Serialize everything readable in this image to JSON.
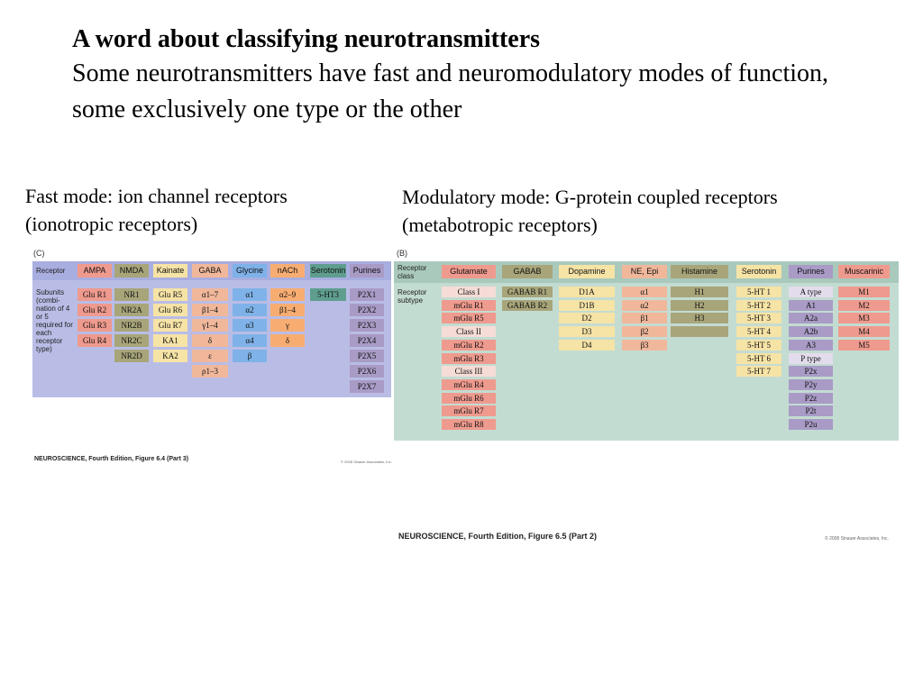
{
  "title": "A word about classifying neurotransmitters",
  "subtitle": "Some neurotransmitters have fast and neuromodulatory modes of function, some exclusively one type or the other",
  "left": {
    "caption_line1": "Fast mode: ion channel receptors",
    "caption_line2": "(ionotropic receptors)",
    "figure_letter": "(C)",
    "row_label_receptor": "Receptor",
    "row_label_subunits": "Subunits (combi-nation of 4 or 5 required for each receptor type)",
    "columns": [
      {
        "name": "AMPA",
        "color": "#ef9a8e",
        "items": [
          "Glu R1",
          "Glu R2",
          "Glu R3",
          "Glu R4"
        ]
      },
      {
        "name": "NMDA",
        "color": "#a8a57a",
        "items": [
          "NR1",
          "NR2A",
          "NR2B",
          "NR2C",
          "NR2D"
        ]
      },
      {
        "name": "Kainate",
        "color": "#f6e3a6",
        "items": [
          "Glu R5",
          "Glu R6",
          "Glu R7",
          "KA1",
          "KA2"
        ]
      },
      {
        "name": "GABA",
        "color": "#f0b79b",
        "items": [
          "α1–7",
          "β1–4",
          "γ1–4",
          "δ",
          "ε",
          "ρ1–3"
        ]
      },
      {
        "name": "Glycine",
        "color": "#7fb2e8",
        "items": [
          "α1",
          "α2",
          "α3",
          "α4",
          "β"
        ]
      },
      {
        "name": "nACh",
        "color": "#f7ad72",
        "items": [
          "α2–9",
          "β1–4",
          "γ",
          "δ"
        ]
      },
      {
        "name": "Serotonin",
        "color": "#5f9e8f",
        "items": [
          "5-HT3"
        ]
      },
      {
        "name": "Purines",
        "color": "#a99bc6",
        "items": [
          "P2X1",
          "P2X2",
          "P2X3",
          "P2X4",
          "P2X5",
          "P2X6",
          "P2X7"
        ]
      }
    ],
    "credit": "NEUROSCIENCE, Fourth Edition, Figure 6.4 (Part 3)",
    "copyright": "© 2008 Sinauer Associates, Inc."
  },
  "right": {
    "caption_line1": "Modulatory mode: G-protein coupled receptors",
    "caption_line2": "(metabotropic receptors)",
    "figure_letter": "(B)",
    "row_label_class": "Receptor class",
    "row_label_subtype": "Receptor subtype",
    "columns": [
      {
        "name": "Glutamate",
        "color": "#ef9a8e",
        "items": [
          "Class I",
          "mGlu R1",
          "mGlu R5",
          "Class II",
          "mGlu R2",
          "mGlu R3",
          "Class III",
          "mGlu R4",
          "mGlu R6",
          "mGlu R7",
          "mGlu R8"
        ]
      },
      {
        "name": "GABAB",
        "color": "#a8a57a",
        "items": [
          "GABAB R1",
          "GABAB R2"
        ]
      },
      {
        "name": "Dopamine",
        "color": "#f6e3a6",
        "items": [
          "D1A",
          "D1B",
          "D2",
          "D3",
          "D4"
        ]
      },
      {
        "name": "NE, Epi",
        "color": "#f0b79b",
        "items": [
          "α1",
          "α2",
          "β1",
          "β2",
          "β3"
        ]
      },
      {
        "name": "Histamine",
        "color": "#a8a57a",
        "items": [
          "H1",
          "H2",
          "H3",
          ""
        ]
      },
      {
        "name": "Serotonin",
        "color": "#f6e3a6",
        "items": [
          "5-HT 1",
          "5-HT 2",
          "5-HT 3",
          "5-HT 4",
          "5-HT 5",
          "5-HT 6",
          "5-HT 7"
        ]
      },
      {
        "name": "Purines",
        "color": "#a99bc6",
        "items": [
          "A type",
          "A1",
          "A2a",
          "A2b",
          "A3",
          "P type",
          "P2x",
          "P2y",
          "P2z",
          "P2t",
          "P2u"
        ]
      },
      {
        "name": "Muscarinic",
        "color": "#ef9a8e",
        "items": [
          "M1",
          "M2",
          "M3",
          "M4",
          "M5"
        ]
      }
    ],
    "credit": "NEUROSCIENCE, Fourth Edition, Figure 6.5 (Part 2)",
    "copyright": "© 2008 Sinauer Associates, Inc."
  }
}
